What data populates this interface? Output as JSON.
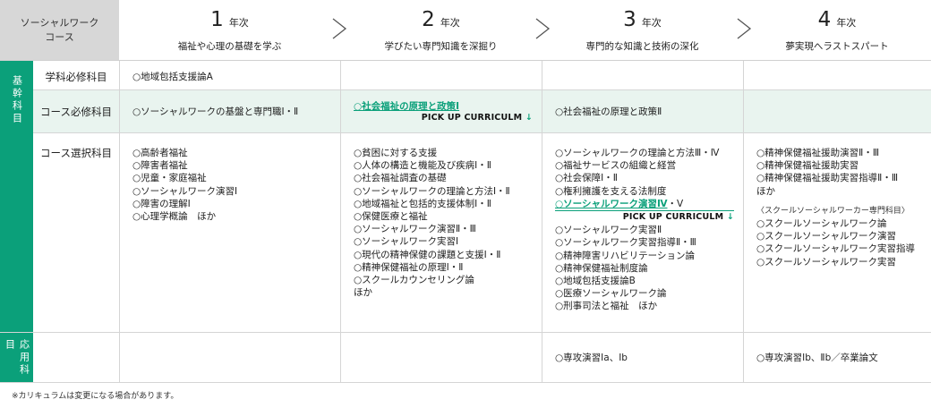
{
  "corner": {
    "line1": "ソーシャルワーク",
    "line2": "コース"
  },
  "years": [
    {
      "num": "1",
      "unit": "年次",
      "subtitle": "福祉や心理の基礎を学ぶ"
    },
    {
      "num": "2",
      "unit": "年次",
      "subtitle": "学びたい専門知識を深掘り"
    },
    {
      "num": "3",
      "unit": "年次",
      "subtitle": "専門的な知識と技術の深化"
    },
    {
      "num": "4",
      "unit": "年次",
      "subtitle": "夢実現へラストスパート"
    }
  ],
  "bands": {
    "main": "基幹科目",
    "applied": "応用科目"
  },
  "rows": {
    "gakka": {
      "label": "学科必修科目",
      "y1": [
        "○地域包括支援論A"
      ]
    },
    "course_required": {
      "label": "コース必修科目",
      "y1": "○ソーシャルワークの基盤と専門職Ⅰ・Ⅱ",
      "y2": "○社会福祉の原理と政策Ⅰ",
      "y2_pickup": "PICK UP CURRICULM",
      "y3": "○社会福祉の原理と政策Ⅱ"
    },
    "course_elective": {
      "label": "コース選択科目",
      "y1": [
        "○高齢者福祉",
        "○障害者福祉",
        "○児童・家庭福祉",
        "○ソーシャルワーク演習Ⅰ",
        "○障害の理解Ⅰ",
        "○心理学概論　ほか"
      ],
      "y2": [
        "○貧困に対する支援",
        "○人体の構造と機能及び疾病Ⅰ・Ⅱ",
        "○社会福祉調査の基礎",
        "○ソーシャルワークの理論と方法Ⅰ・Ⅱ",
        "○地域福祉と包括的支援体制Ⅰ・Ⅱ",
        "○保健医療と福祉",
        "○ソーシャルワーク演習Ⅱ・Ⅲ",
        "○ソーシャルワーク実習Ⅰ",
        "○現代の精神保健の課題と支援Ⅰ・Ⅱ",
        "○精神保健福祉の原理Ⅰ・Ⅱ",
        "○スクールカウンセリング論",
        "ほか"
      ],
      "y3_a": [
        "○ソーシャルワークの理論と方法Ⅲ・Ⅳ",
        "○福祉サービスの組織と経営",
        "○社会保障Ⅰ・Ⅱ",
        "○権利擁護を支える法制度"
      ],
      "y3_hl": "○ソーシャルワーク演習Ⅳ",
      "y3_hl_suffix": "・Ⅴ",
      "y3_pickup": "PICK UP CURRICULM",
      "y3_b": [
        "○ソーシャルワーク実習Ⅱ",
        "○ソーシャルワーク実習指導Ⅱ・Ⅲ",
        "○精神障害リハビリテーション論",
        "○精神保健福祉制度論",
        "○地域包括支援論B",
        "○医療ソーシャルワーク論",
        "○刑事司法と福祉　ほか"
      ],
      "y4_a": [
        "○精神保健福祉援助演習Ⅱ・Ⅲ",
        "○精神保健福祉援助実習",
        "○精神保健福祉援助実習指導Ⅱ・Ⅲ",
        "ほか"
      ],
      "y4_sub": "〈スクールソーシャルワーカー専門科目〉",
      "y4_b": [
        "○スクールソーシャルワーク論",
        "○スクールソーシャルワーク演習",
        "○スクールソーシャルワーク実習指導",
        "○スクールソーシャルワーク実習"
      ]
    },
    "applied": {
      "y3": "○専攻演習Ⅰa、Ⅰb",
      "y4": "○専攻演習Ⅰb、Ⅱb／卒業論文"
    }
  },
  "note": "※カリキュラムは変更になる場合があります。",
  "colors": {
    "accent": "#0ba07a",
    "band_bg": "#0ba07a",
    "header_gray": "#d7d7d7",
    "row_tint": "#e9f4ef"
  }
}
